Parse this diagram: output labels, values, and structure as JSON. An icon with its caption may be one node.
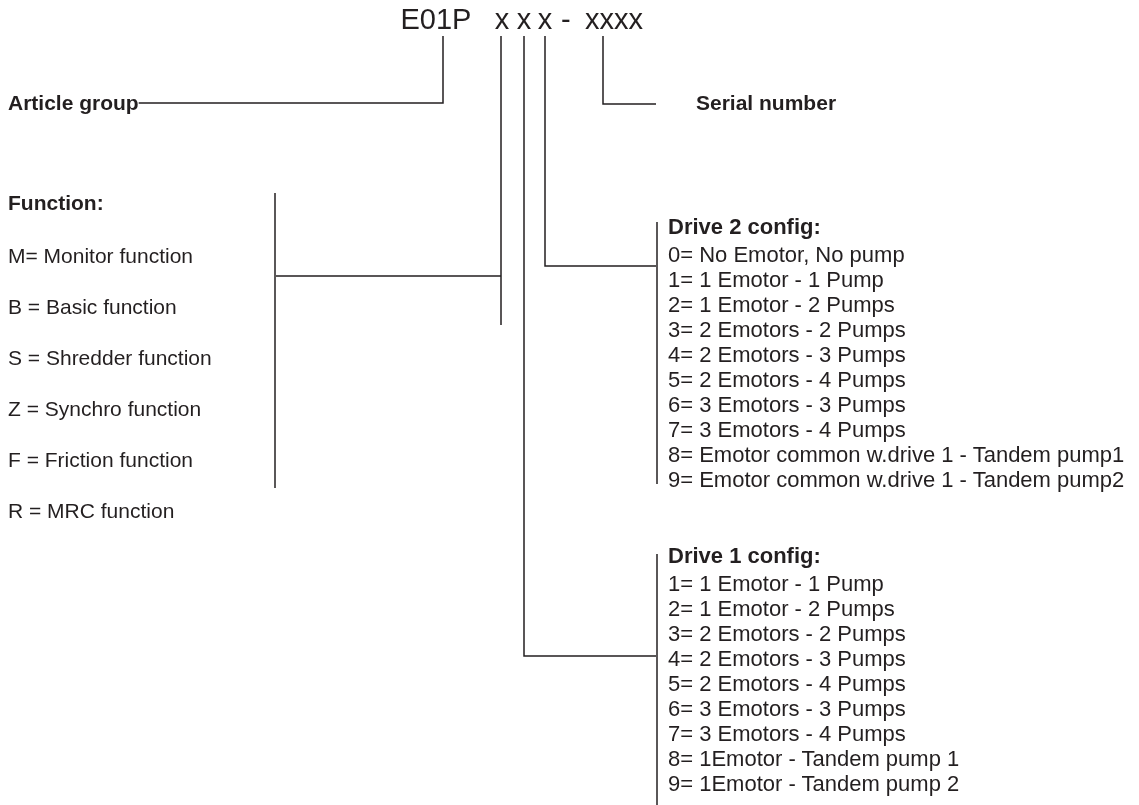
{
  "diagram": {
    "nodes": [
      {
        "text": [
          "E01P"
        ]
      },
      {
        "text": [
          "x"
        ]
      },
      {
        "text": [
          "x"
        ]
      },
      {
        "text": [
          "x"
        ]
      },
      {
        "text": [
          "xxxx"
        ]
      },
      {
        "text": [
          "Article group"
        ]
      },
      {
        "text": [
          "Serial number"
        ]
      },
      {
        "text": [
          "Function:",
          "M= Monitor function",
          "B = Basic function",
          "S = Shredder function",
          "Z = Synchro function",
          "F = Friction function",
          "R = MRC function"
        ]
      },
      {
        "text": [
          "Drive 2 config:",
          "0= No Emotor, No pump",
          "1= 1 Emotor - 1 Pump",
          "2= 1 Emotor - 2 Pumps",
          "3= 2 Emotors - 2 Pumps",
          "4= 2 Emotors - 3 Pumps",
          "5= 2 Emotors - 4 Pumps",
          "6= 3 Emotors - 3 Pumps",
          "7= 3 Emotors - 4 Pumps",
          "8= Emotor common w.drive 1 - Tandem pump1",
          "9= Emotor common w.drive 1 - Tandem pump2"
        ]
      },
      {
        "text": [
          "Drive 1 config:",
          "1= 1 Emotor - 1 Pump",
          "2= 1 Emotor - 2 Pumps",
          "3= 2 Emotors - 2 Pumps",
          "4= 2 Emotors - 3 Pumps",
          "5= 2 Emotors - 4 Pumps",
          "6= 3 Emotors - 3 Pumps",
          "7= 3 Emotors - 4 Pumps",
          "8= 1Emotor - Tandem pump 1",
          "9= 1Emotor - Tandem pump 2"
        ]
      }
    ],
    "edges": [
      {
        "from": 0,
        "to": 5,
        "arrow": "none"
      },
      {
        "from": 1,
        "to": 7,
        "arrow": "none"
      },
      {
        "from": 2,
        "to": 9,
        "arrow": "none"
      },
      {
        "from": 3,
        "to": 8,
        "arrow": "none"
      },
      {
        "from": 4,
        "to": 6,
        "arrow": "none"
      }
    ],
    "labels": [
      "-"
    ]
  }
}
